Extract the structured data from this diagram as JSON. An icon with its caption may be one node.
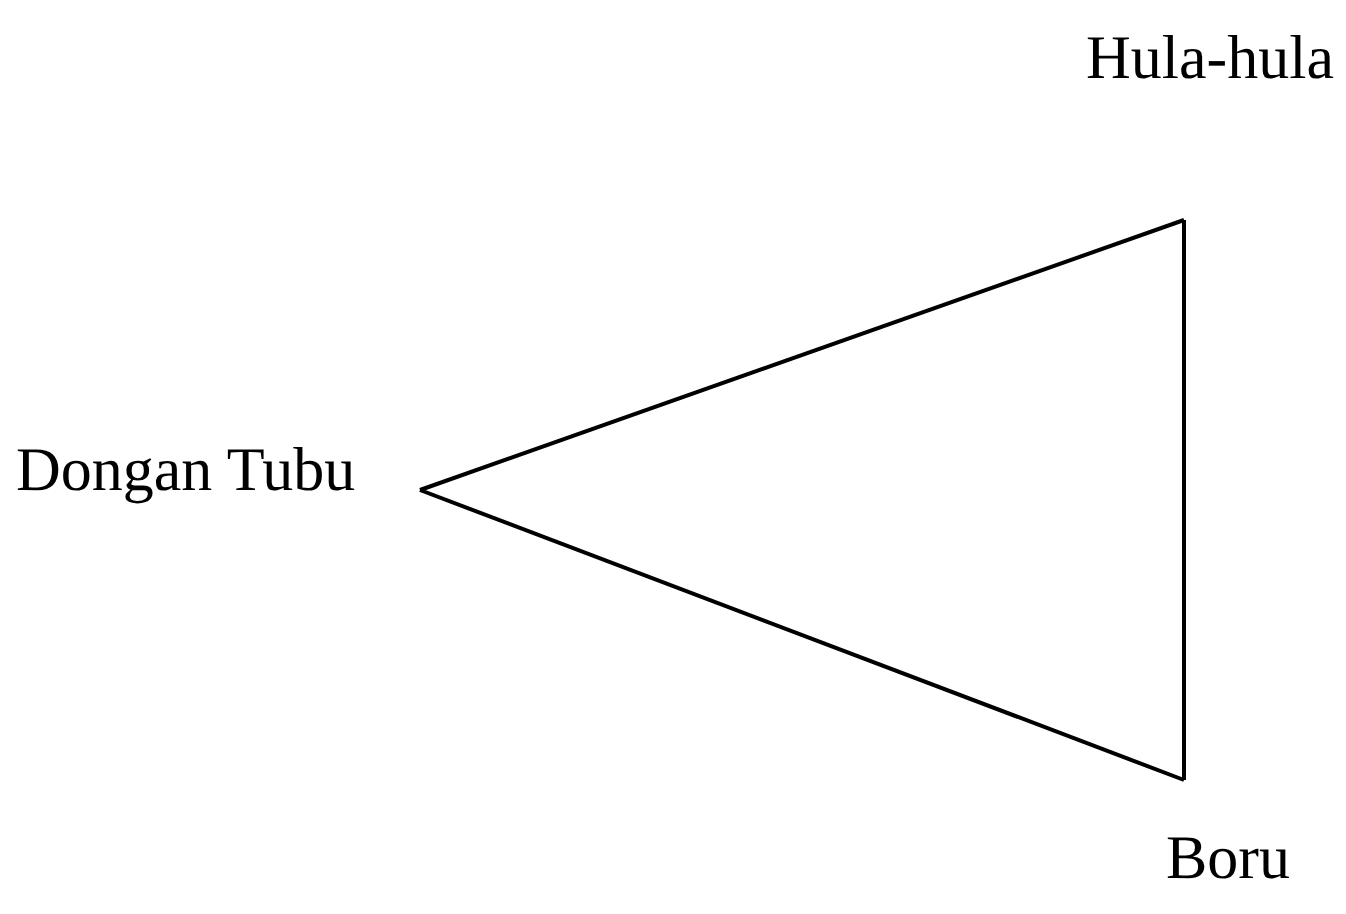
{
  "diagram": {
    "nodes": [
      {
        "text": [
          "Hula-hula"
        ]
      },
      {
        "text": [
          "Dongan Tubu"
        ]
      },
      {
        "text": [
          "Boru"
        ]
      }
    ],
    "edges": [
      {
        "from": 1,
        "to": 0,
        "arrow": "none"
      },
      {
        "from": 0,
        "to": 2,
        "arrow": "none"
      },
      {
        "from": 2,
        "to": 1,
        "arrow": "none"
      }
    ]
  }
}
